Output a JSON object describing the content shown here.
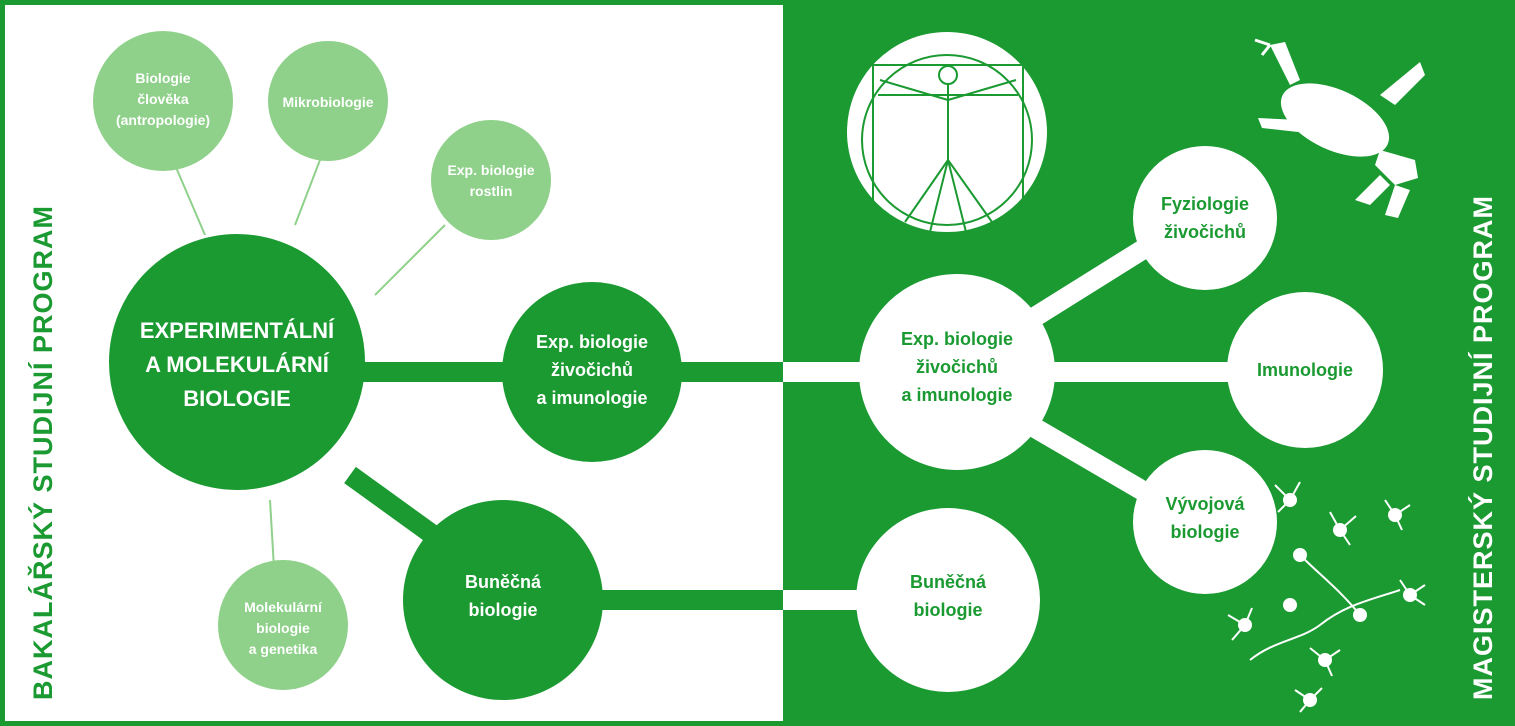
{
  "left_panel": {
    "vertical_title": "BAKALÁŘSKÝ STUDIJNÍ PROGRAM",
    "main_node": [
      "EXPERIMENTÁLNÍ",
      "A MOLEKULÁRNÍ",
      "BIOLOGIE"
    ],
    "satellite_nodes": {
      "human": [
        "Biologie",
        "člověka",
        "(antropologie)"
      ],
      "micro": [
        "Mikrobiologie"
      ],
      "plants": [
        "Exp. biologie",
        "rostlin"
      ],
      "molgen": [
        "Molekulární",
        "biologie",
        "a genetika"
      ]
    },
    "branch_nodes": {
      "animals": [
        "Exp. biologie",
        "živočichů",
        "a imunologie"
      ],
      "cell": [
        "Buněčná",
        "biologie"
      ]
    }
  },
  "right_panel": {
    "vertical_title": "MAGISTERSKÝ STUDIJNÍ PROGRAM",
    "nodes": {
      "animals": [
        "Exp. biologie",
        "živočichů",
        "a imunologie"
      ],
      "physiology": [
        "Fyziologie",
        "živočichů"
      ],
      "immunology": [
        "Imunologie"
      ],
      "development": [
        "Vývojová",
        "biologie"
      ],
      "cell": [
        "Buněčná",
        "biologie"
      ]
    }
  },
  "colors": {
    "dark_green": "#1a9a31",
    "light_green": "#8fd18a",
    "white": "#ffffff"
  },
  "icons": [
    "vitruvian-man-icon",
    "frog-icon",
    "neurons-icon"
  ]
}
